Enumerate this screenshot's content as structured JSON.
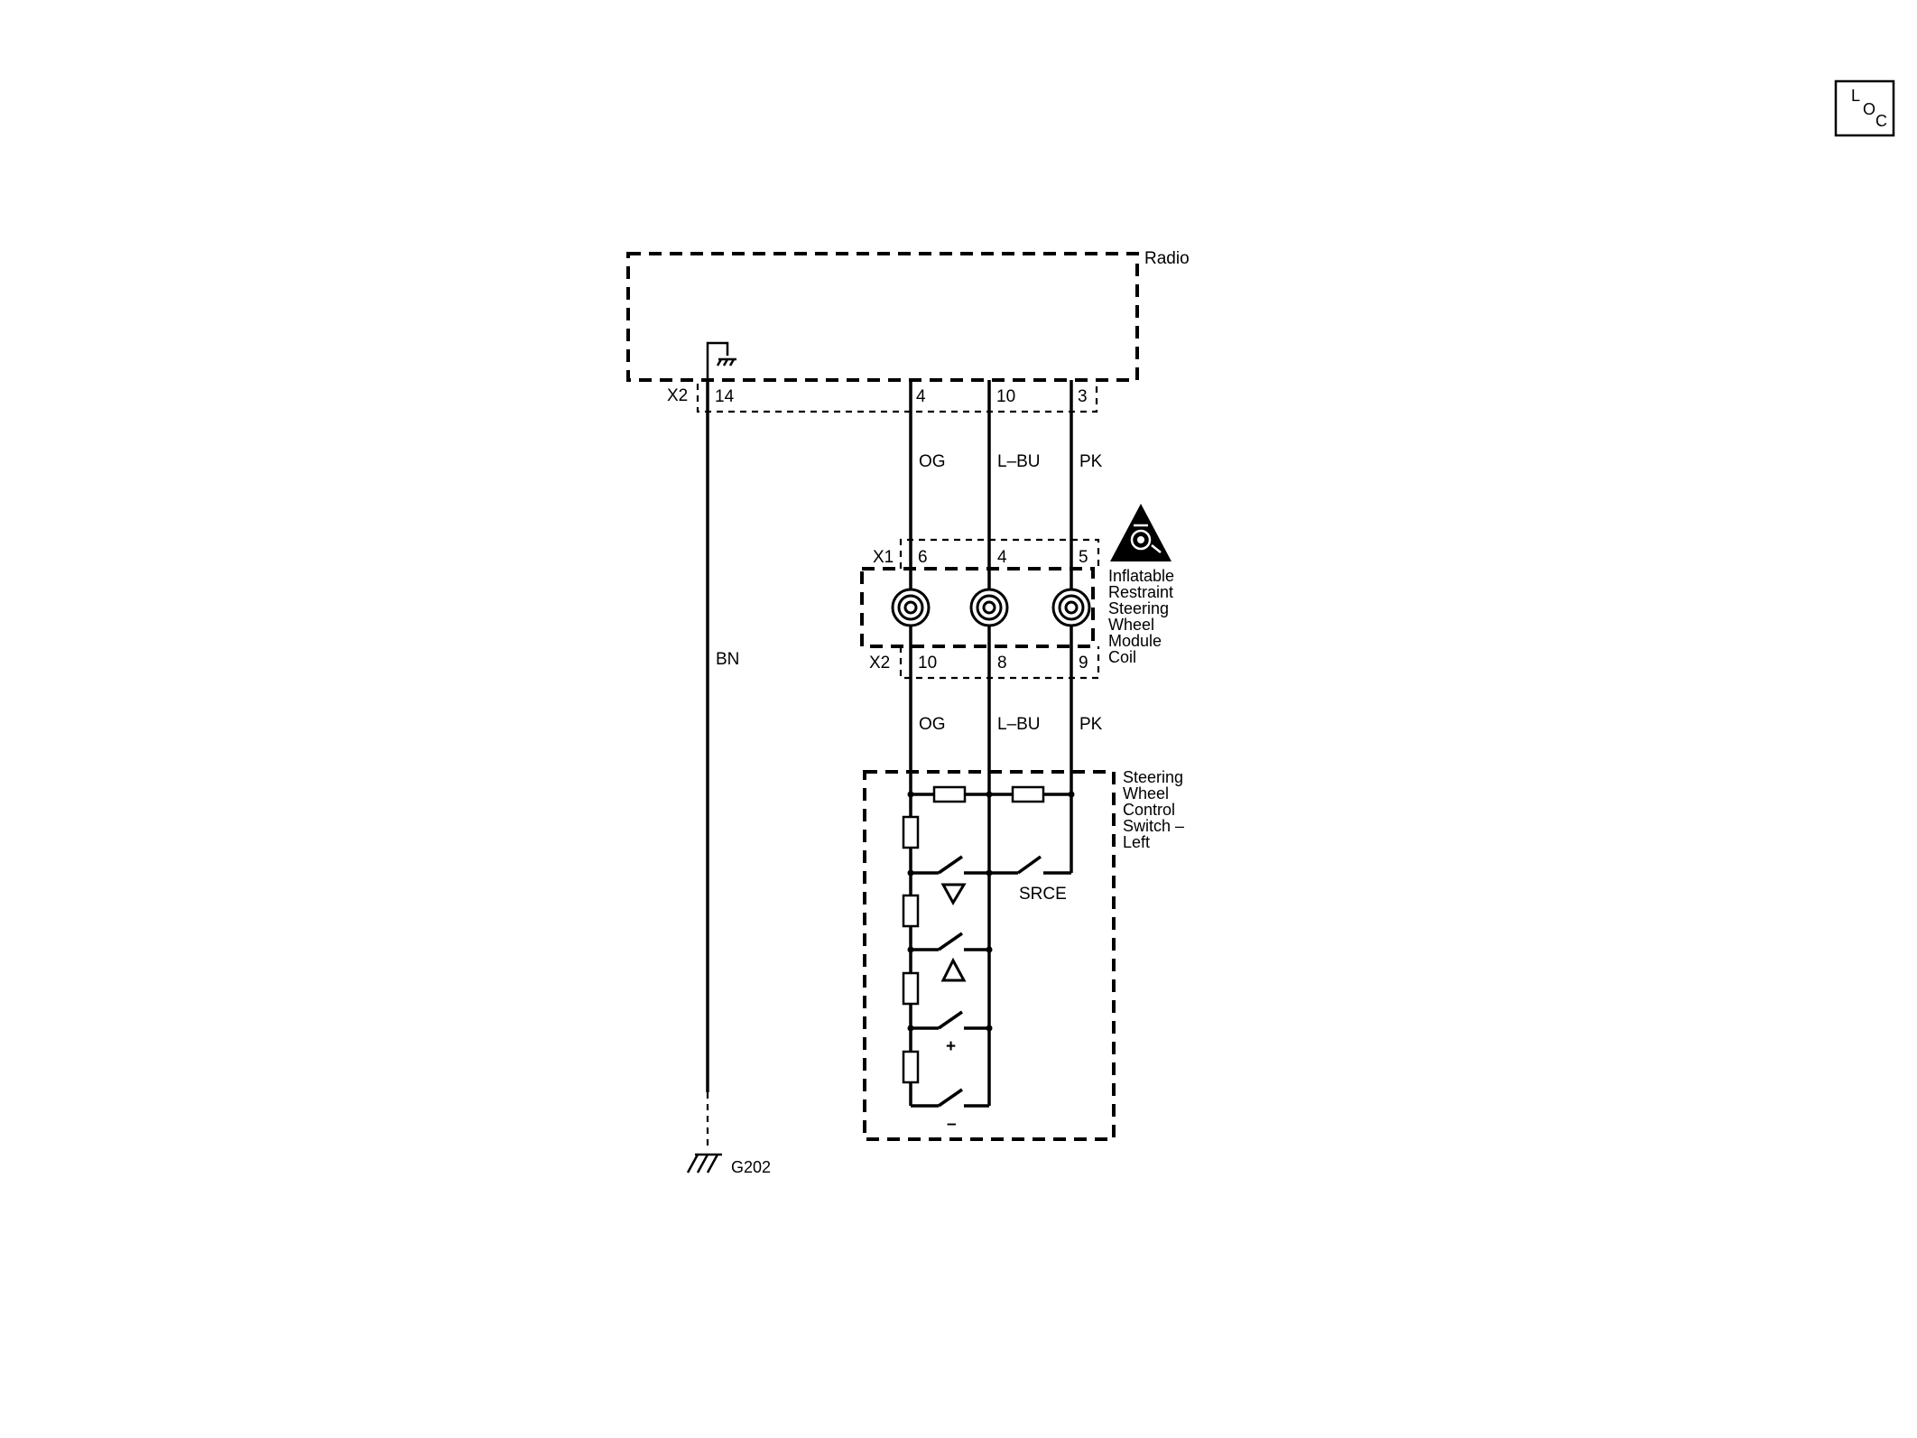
{
  "loc_badge": {
    "l": "L",
    "o": "O",
    "c": "C"
  },
  "radio": {
    "label": "Radio",
    "connector": "X2",
    "pins": {
      "ground": "14",
      "og": "4",
      "lbu": "10",
      "pk": "3"
    }
  },
  "wires_upper": {
    "og": "OG",
    "lbu": "L–BU",
    "pk": "PK"
  },
  "ground_wire": {
    "color": "BN",
    "ground_id": "G202"
  },
  "coil": {
    "label_lines": [
      "Inflatable",
      "Restraint",
      "Steering",
      "Wheel",
      "Module",
      "Coil"
    ],
    "x1_connector": "X1",
    "x1_pins": {
      "og": "6",
      "lbu": "4",
      "pk": "5"
    },
    "x2_connector": "X2",
    "x2_pins": {
      "og": "10",
      "lbu": "8",
      "pk": "9"
    }
  },
  "wires_lower": {
    "og": "OG",
    "lbu": "L–BU",
    "pk": "PK"
  },
  "switch": {
    "label_lines": [
      "Steering",
      "Wheel",
      "Control",
      "Switch –",
      "Left"
    ],
    "source_label": "SRCE",
    "plus_symbol": "+",
    "minus_symbol": "–"
  }
}
